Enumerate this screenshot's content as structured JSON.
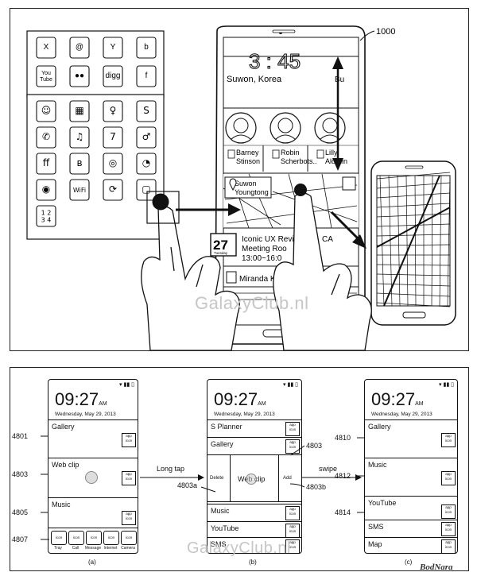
{
  "watermarks": [
    "GalaxyClub.nl",
    "GalaxyClub.nl"
  ],
  "corner_mark": "BodNara",
  "top": {
    "callout": "1000",
    "panel_a_icons": [
      "X",
      "@",
      "Y",
      "b",
      "You Tube",
      "●●",
      "digg",
      "f"
    ],
    "panel_b_icons": [
      "people",
      "grid",
      "bulb",
      "S",
      "phone",
      "music",
      "7",
      "person",
      "ff",
      "bluetooth",
      "ring",
      "alarm",
      "camera",
      "WiFi",
      "spin",
      "white",
      "1 2\n3 4"
    ],
    "lock_clock": "3 : 45",
    "weather_location": "Suwon, Korea",
    "weather_extra": "Bu",
    "contacts": [
      {
        "line1": "Barney",
        "line2": "Stinson",
        "icon": "phone-icon"
      },
      {
        "line1": "Robin",
        "line2": "Scherbots..",
        "icon": "chat-icon"
      },
      {
        "line1": "Lilly",
        "line2": "Aldruin",
        "icon": "mail-icon"
      }
    ],
    "map_location_line1": "Suwon",
    "map_location_line2": "Youngtong",
    "calendar_day": "27",
    "calendar_sub": "Tuesday",
    "event_line1": "Iconic UX Revie",
    "event_line2": "Meeting Roo",
    "event_line3": "13:00~16:0",
    "event_extra": "CA",
    "memo_name": "Miranda Kerr"
  },
  "bottom": {
    "phone_a": {
      "time": "09:27",
      "ampm": "AM",
      "date": "Wednesday, May 29, 2013",
      "tiles": [
        "Gallery",
        "Web clip",
        "Music"
      ],
      "tray": [
        "Tray",
        "Call",
        "Message",
        "Internet",
        "Camera"
      ],
      "icon_text": "icon"
    },
    "phone_b": {
      "time": "09:27",
      "ampm": "AM",
      "date": "Wednesday, May 29, 2013",
      "tiles": [
        "S Planner",
        "Gallery",
        "Web clip",
        "Music",
        "YouTube",
        "SMS"
      ],
      "left_action": "Delete",
      "right_action": "Add"
    },
    "phone_c": {
      "time": "09:27",
      "ampm": "AM",
      "date": "Wednesday, May 29, 2013",
      "tiles": [
        "Gallery",
        "Music",
        "YouTube",
        "SMS",
        "Map"
      ]
    },
    "app_icon_text": "app icon",
    "arrow_a": "Long tap",
    "arrow_b": "swipe",
    "callouts_a": [
      "4801",
      "4803",
      "4805",
      "4807"
    ],
    "callouts_b": [
      "4803a",
      "4803",
      "4803b"
    ],
    "callouts_c": [
      "4810",
      "4812",
      "4814"
    ],
    "sub_labels": [
      "(a)",
      "(b)",
      "(c)"
    ]
  }
}
